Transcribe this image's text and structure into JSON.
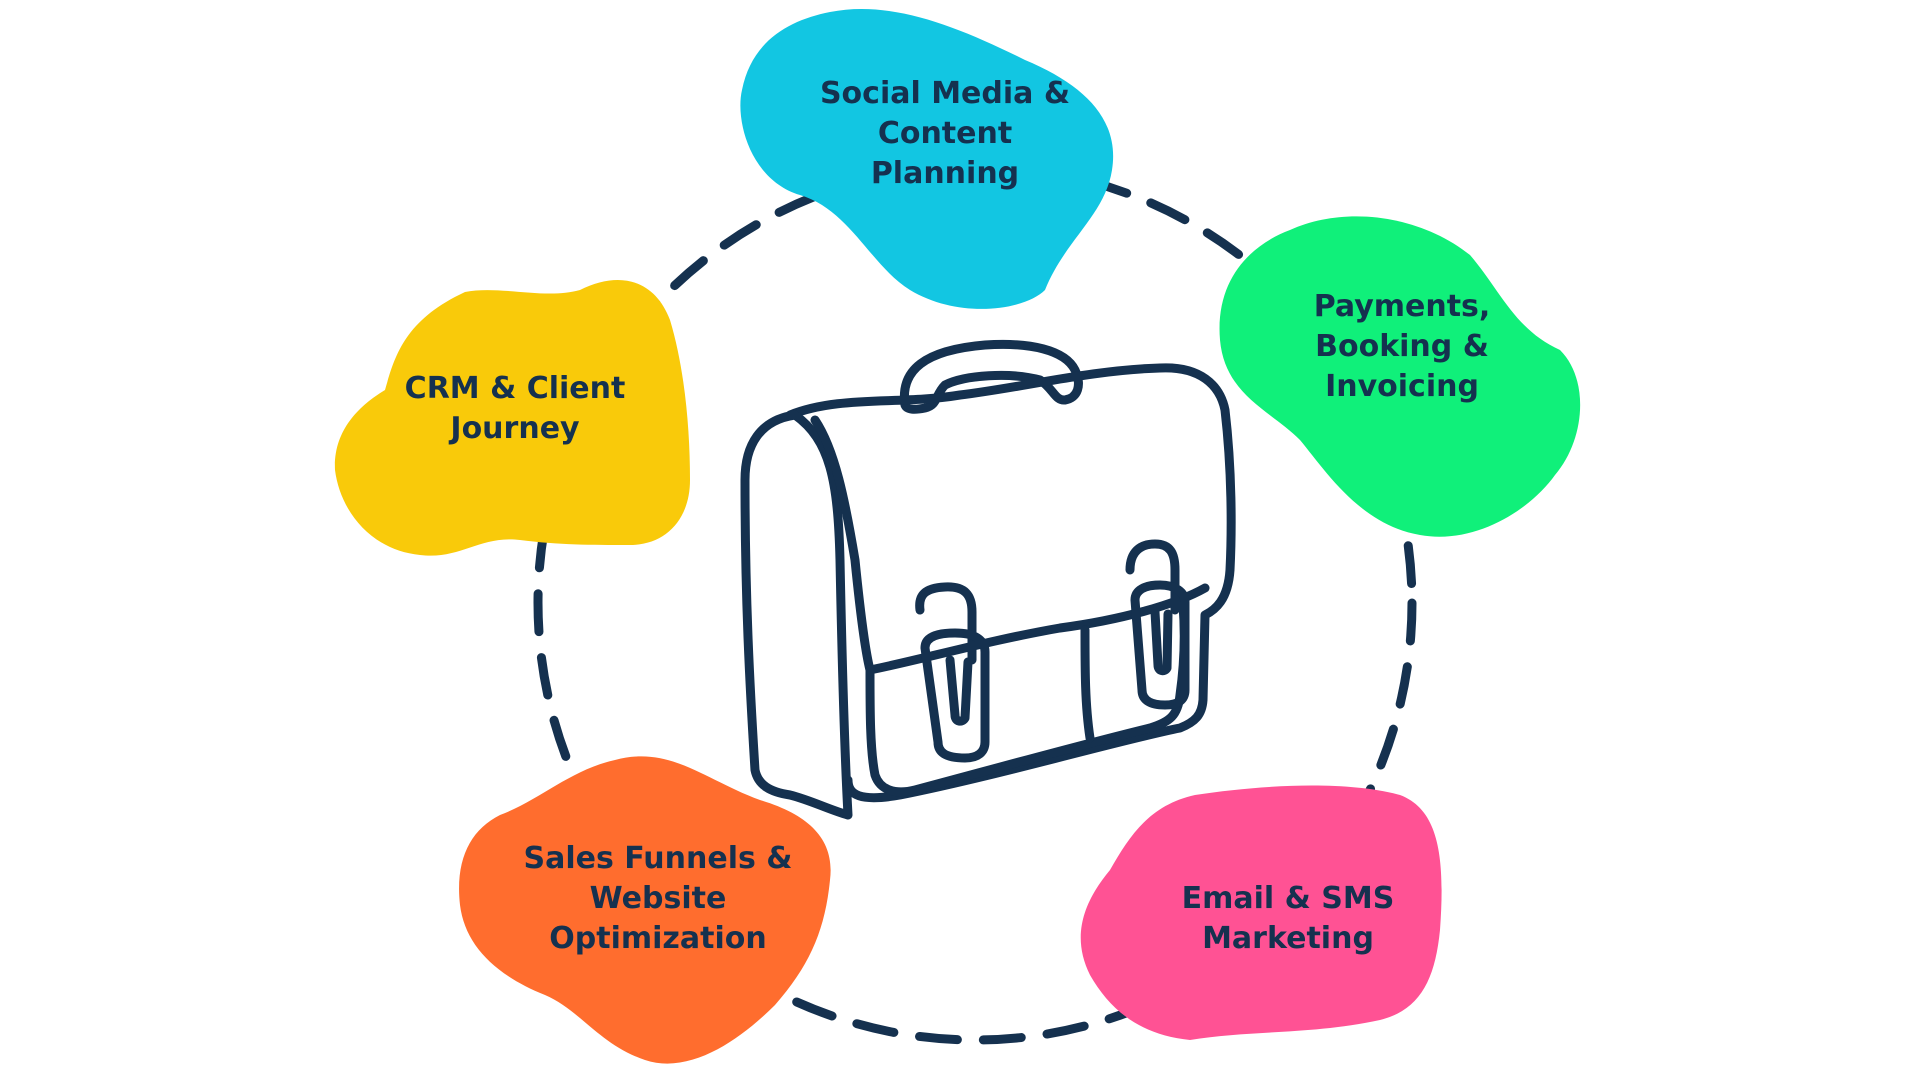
{
  "colors": {
    "ink": "#15314F",
    "background": "#FFFFFF"
  },
  "center_icon": "briefcase-icon",
  "nodes": [
    {
      "id": "social-media",
      "lines": [
        "Social Media &",
        "Content",
        "Planning"
      ],
      "color": "#12C6E2"
    },
    {
      "id": "payments",
      "lines": [
        "Payments,",
        "Booking &",
        "Invoicing"
      ],
      "color": "#10F07A"
    },
    {
      "id": "email-sms",
      "lines": [
        "Email & SMS",
        "Marketing"
      ],
      "color": "#FF5294"
    },
    {
      "id": "sales-funnels",
      "lines": [
        "Sales Funnels &",
        "Website",
        "Optimization"
      ],
      "color": "#FF6D2E"
    },
    {
      "id": "crm",
      "lines": [
        "CRM & Client",
        "Journey"
      ],
      "color": "#F9CA0A"
    }
  ]
}
